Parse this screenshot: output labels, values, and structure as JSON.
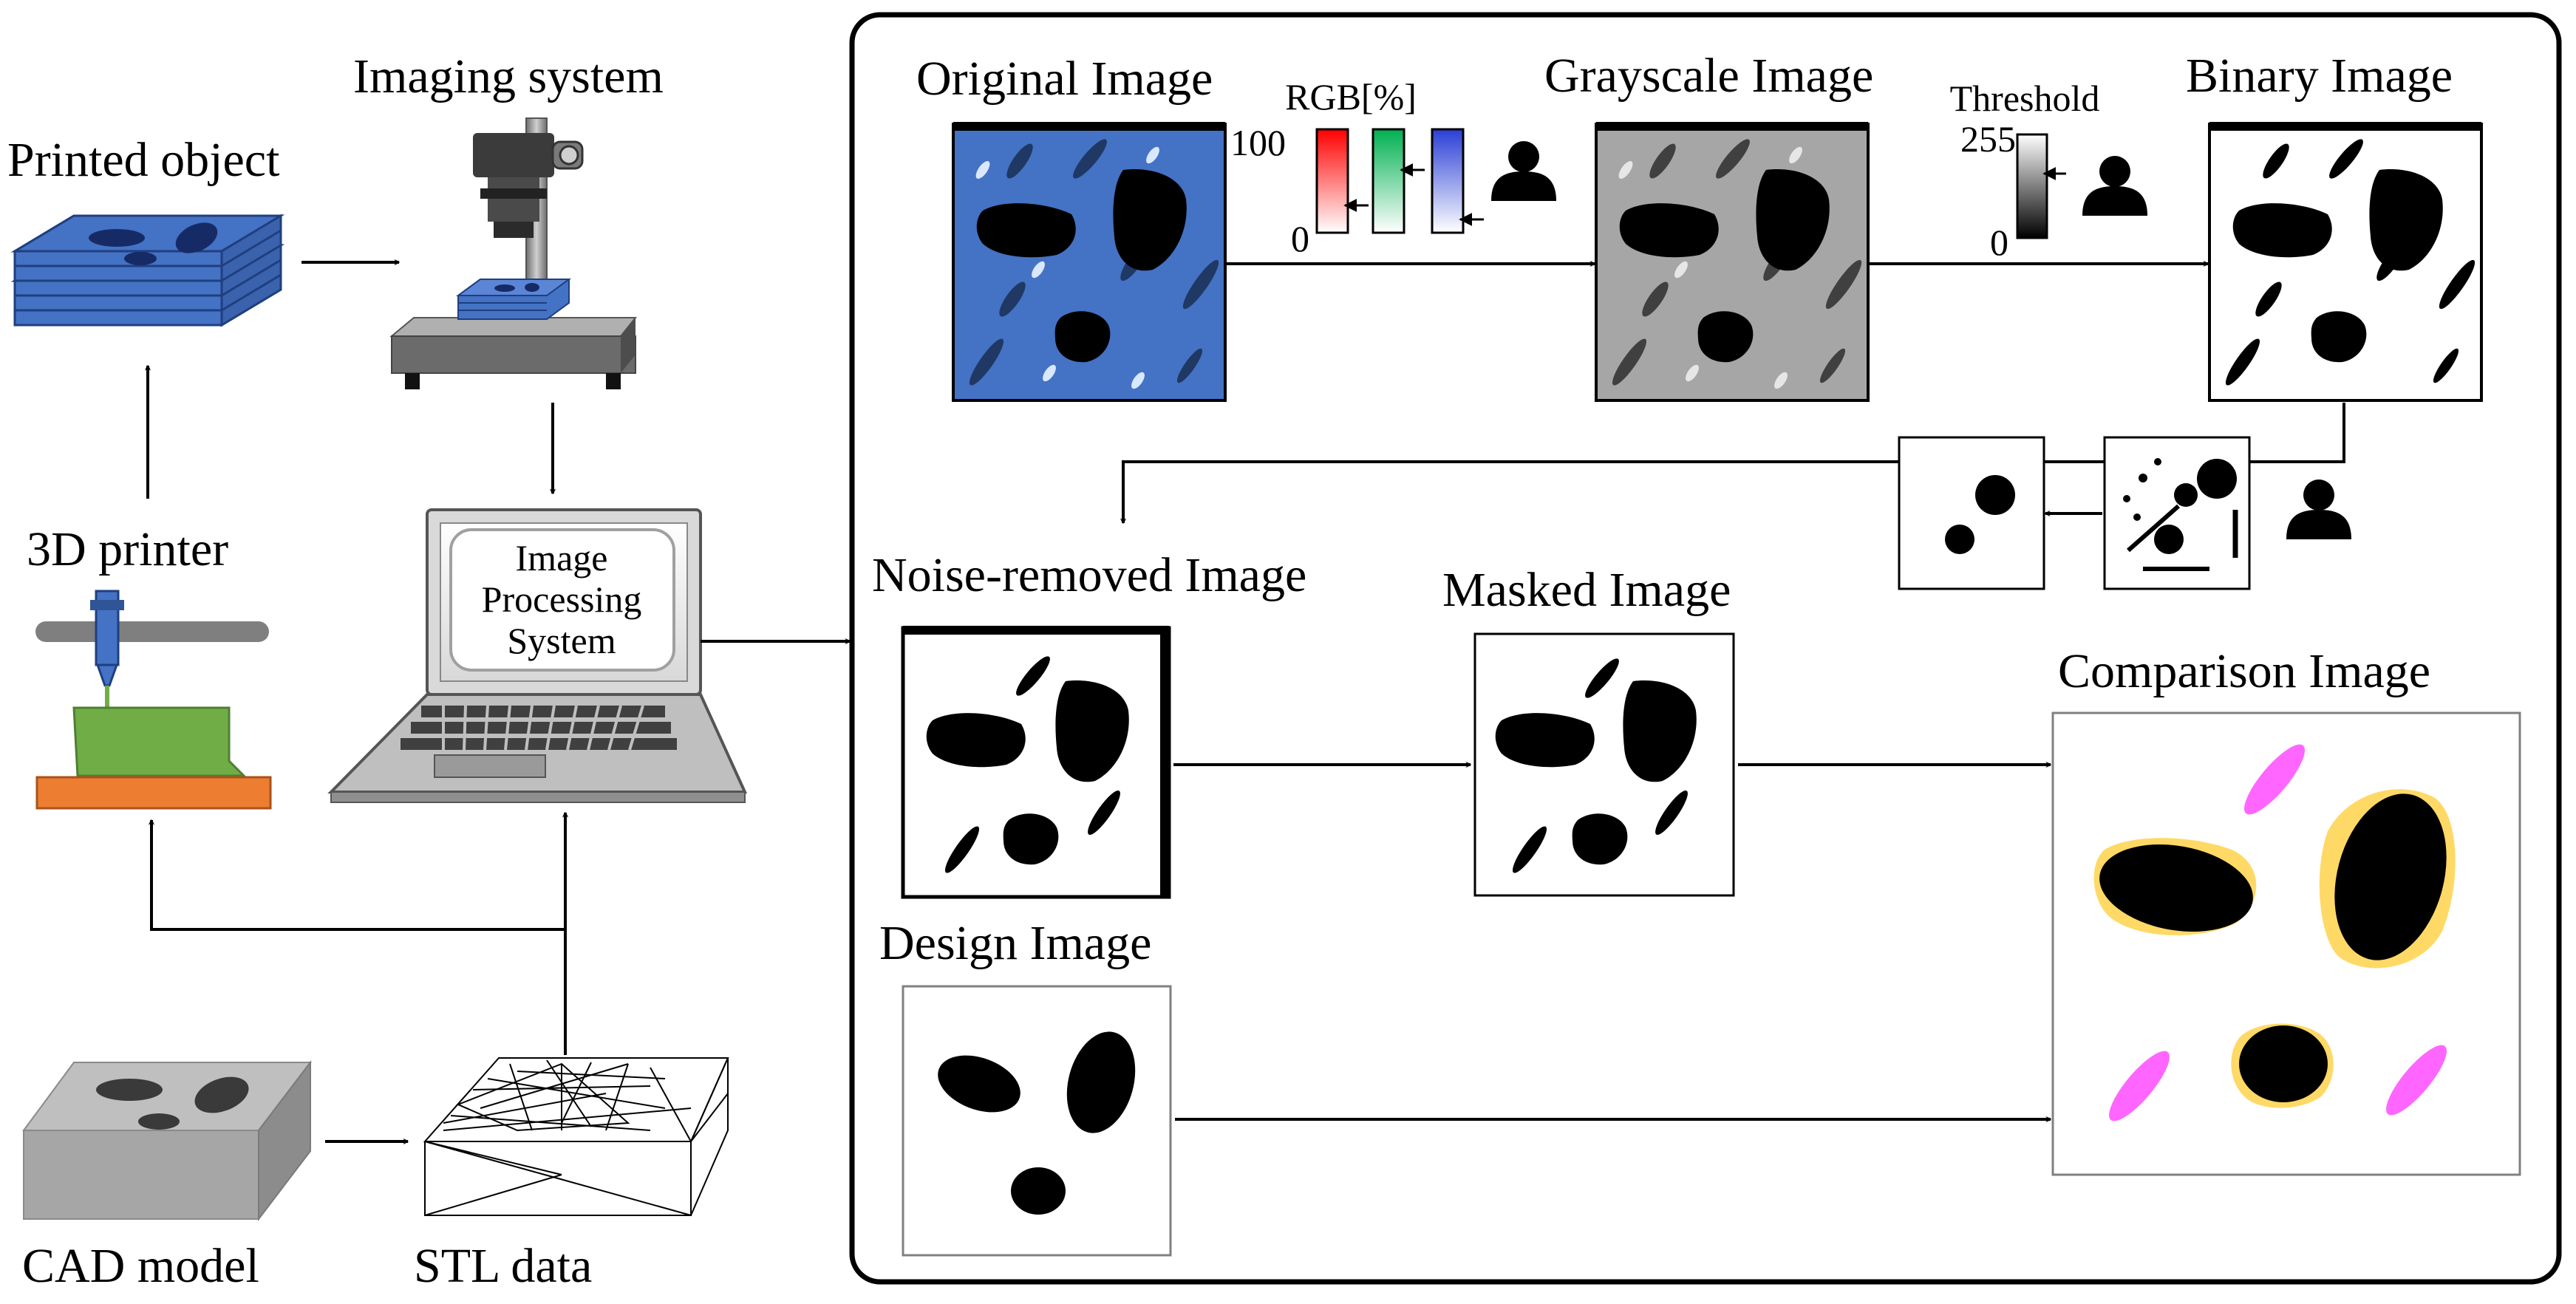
{
  "labels": {
    "printed_object": "Printed object",
    "imaging_system": "Imaging system",
    "printer_3d": "3D printer",
    "ips_line1": "Image",
    "ips_line2": "Processing",
    "ips_line3": "System",
    "cad_model": "CAD model",
    "stl_data": "STL data",
    "original_image": "Original Image",
    "grayscale_image": "Grayscale Image",
    "binary_image": "Binary Image",
    "noise_removed_image": "Noise-removed Image",
    "masked_image": "Masked Image",
    "comparison_image": "Comparison Image",
    "design_image": "Design Image"
  },
  "rgb_slider": {
    "title": "RGB[%]",
    "max": "100",
    "min": "0"
  },
  "threshold_slider": {
    "title": "Threshold",
    "max": "255",
    "min": "0"
  },
  "icons": [
    "user-icon",
    "cube-icon",
    "microscope-icon",
    "laptop-icon",
    "printer-icon",
    "mesh-icon"
  ],
  "colors": {
    "printed_blue": "#4472C4",
    "printer_green": "#70AD47",
    "printer_orange": "#ED7D31",
    "comparison_pink": "#FF66FF",
    "comparison_yellow": "#FFD966",
    "gray_panel": "#A6A6A6"
  }
}
